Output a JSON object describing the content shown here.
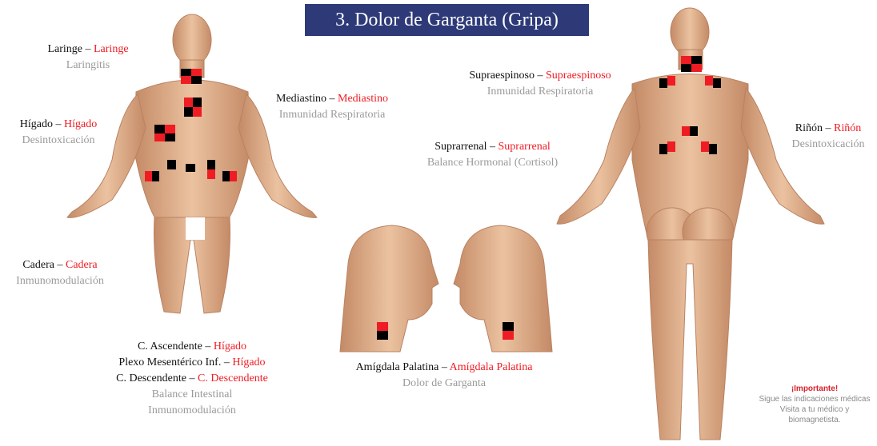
{
  "title": "3. Dolor de Garganta (Gripa)",
  "labels": {
    "laringe": {
      "a": "Laringe",
      "sep": " – ",
      "b": "Laringe",
      "sub": "Laringitis"
    },
    "higado": {
      "a": "Hígado",
      "sep": " – ",
      "b": "Hígado",
      "sub": "Desintoxicación"
    },
    "cadera": {
      "a": "Cadera",
      "sep": " – ",
      "b": "Cadera",
      "sub": "Inmunomodulación"
    },
    "mediastino": {
      "a": "Mediastino",
      "sep": " – ",
      "b": "Mediastino",
      "sub": "Inmunidad Respiratoria"
    },
    "supraesp": {
      "a": "Supraespinoso",
      "sep": " – ",
      "b": "Supraespinoso",
      "sub": "Inmunidad Respiratoria"
    },
    "suprarrenal": {
      "a": "Suprarrenal",
      "sep": " – ",
      "b": "Suprarrenal",
      "sub": "Balance Hormonal (Cortisol)"
    },
    "rinon": {
      "a": "Riñón",
      "sep": " – ",
      "b": "Riñón",
      "sub": "Desintoxicación"
    },
    "amigdala": {
      "a": "Amígdala Palatina",
      "sep": " – ",
      "b": "Amígdala Palatina",
      "sub": "Dolor de Garganta"
    },
    "colon": {
      "l1a": "C. Ascendente",
      "l1b": "Hígado",
      "l2a": "Plexo Mesentérico Inf.",
      "l2b": "Hígado",
      "l3a": "C. Descendente",
      "l3b": "C. Descendente",
      "sep": " – ",
      "sub1": "Balance Intestinal",
      "sub2": "Inmunomodulación"
    }
  },
  "note": {
    "heading": "¡Importante!",
    "line1": "Sigue las indicaciones médicas",
    "line2": "Visita a tu médico y",
    "line3": "biomagnetista."
  },
  "colors": {
    "banner": "#2e3a78",
    "red": "#ef1c23",
    "black": "#000000",
    "skin": "#e3b48f",
    "gray": "#9a9a9a"
  }
}
